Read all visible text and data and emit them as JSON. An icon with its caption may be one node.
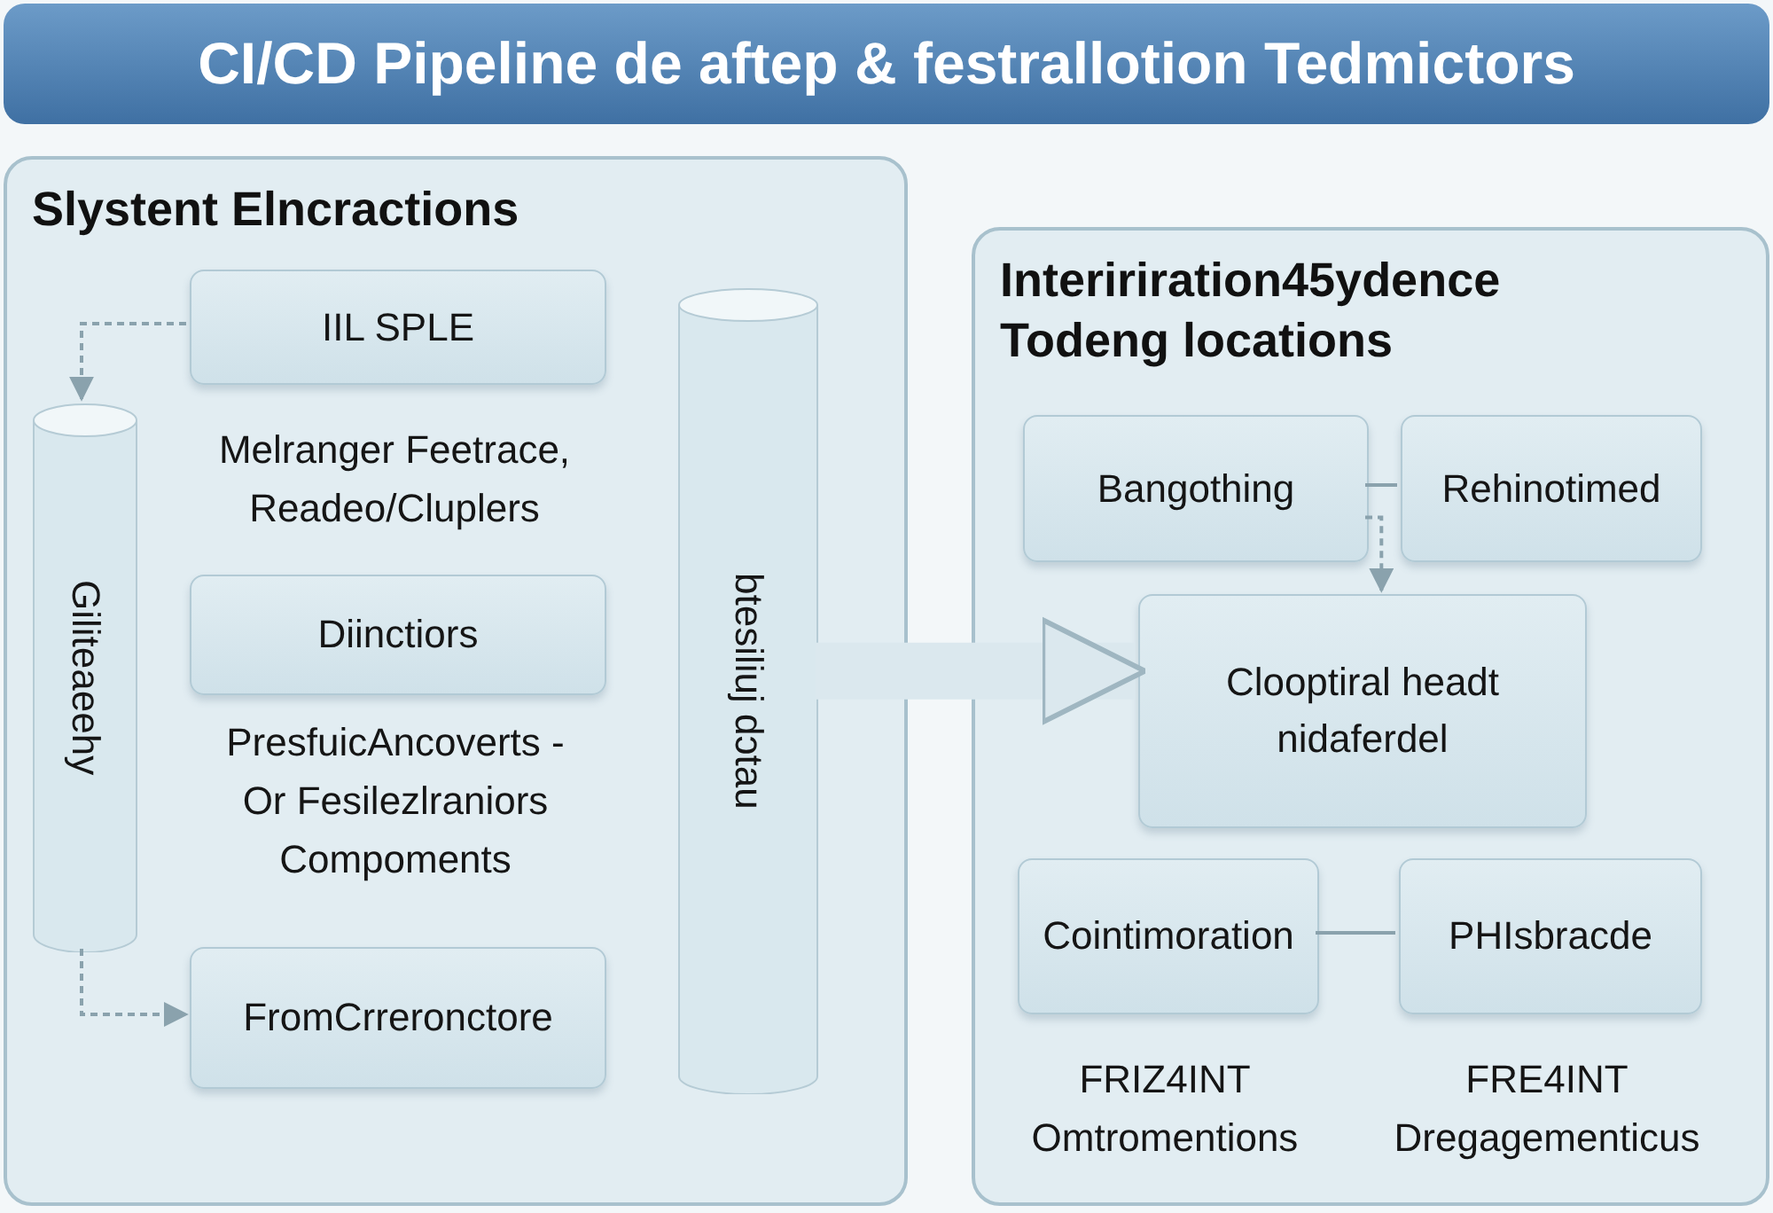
{
  "diagram": {
    "title": "CI/CD Pipeline de aftep & festrallotion Tedmictors",
    "nodes": [
      {
        "text": [
          "Slystent Elncractions"
        ]
      },
      {
        "text": [
          "IIL SPLE"
        ],
        "in": 0
      },
      {
        "text": [
          "Giliteaeehy"
        ],
        "in": 0
      },
      {
        "text": [
          "Diinctiors"
        ],
        "in": 0
      },
      {
        "text": [
          "FromCrreronctore"
        ],
        "in": 0
      },
      {
        "text": [
          "btesiliuj dɔtau"
        ],
        "in": 0
      },
      {
        "text": [
          "Inteririration45ydence Todeng locations"
        ]
      },
      {
        "text": [
          "Bangothing"
        ],
        "in": 6
      },
      {
        "text": [
          "Rehinotimed"
        ],
        "in": 6
      },
      {
        "text": [
          "Clooptiral headt nidaferdel"
        ],
        "in": 6
      },
      {
        "text": [
          "Cointimoration"
        ],
        "in": 6,
        "beside": [
          "FRIZ4INT Omtromentions"
        ]
      },
      {
        "text": [
          "PHIsbracde"
        ],
        "in": 6,
        "beside": [
          "FRE4INT Dregagementicus"
        ]
      }
    ],
    "edges": [
      {
        "from": 1,
        "to": 2,
        "arrow": "to",
        "style": "dashed"
      },
      {
        "from": 2,
        "to": 4,
        "arrow": "to",
        "style": "dashed"
      },
      {
        "from": 5,
        "to": 9,
        "arrow": "to",
        "style": "thick"
      },
      {
        "from": 7,
        "to": 8,
        "arrow": "none"
      },
      {
        "from": 7,
        "to": 9,
        "arrow": "to",
        "style": "dashed"
      },
      {
        "from": 10,
        "to": 11,
        "arrow": "none"
      }
    ],
    "labels": [
      "Melranger Feetrace, Readeo/Cluplers",
      "PresfuicAncoverts -Or Fesilezlraniors Compoments"
    ]
  }
}
